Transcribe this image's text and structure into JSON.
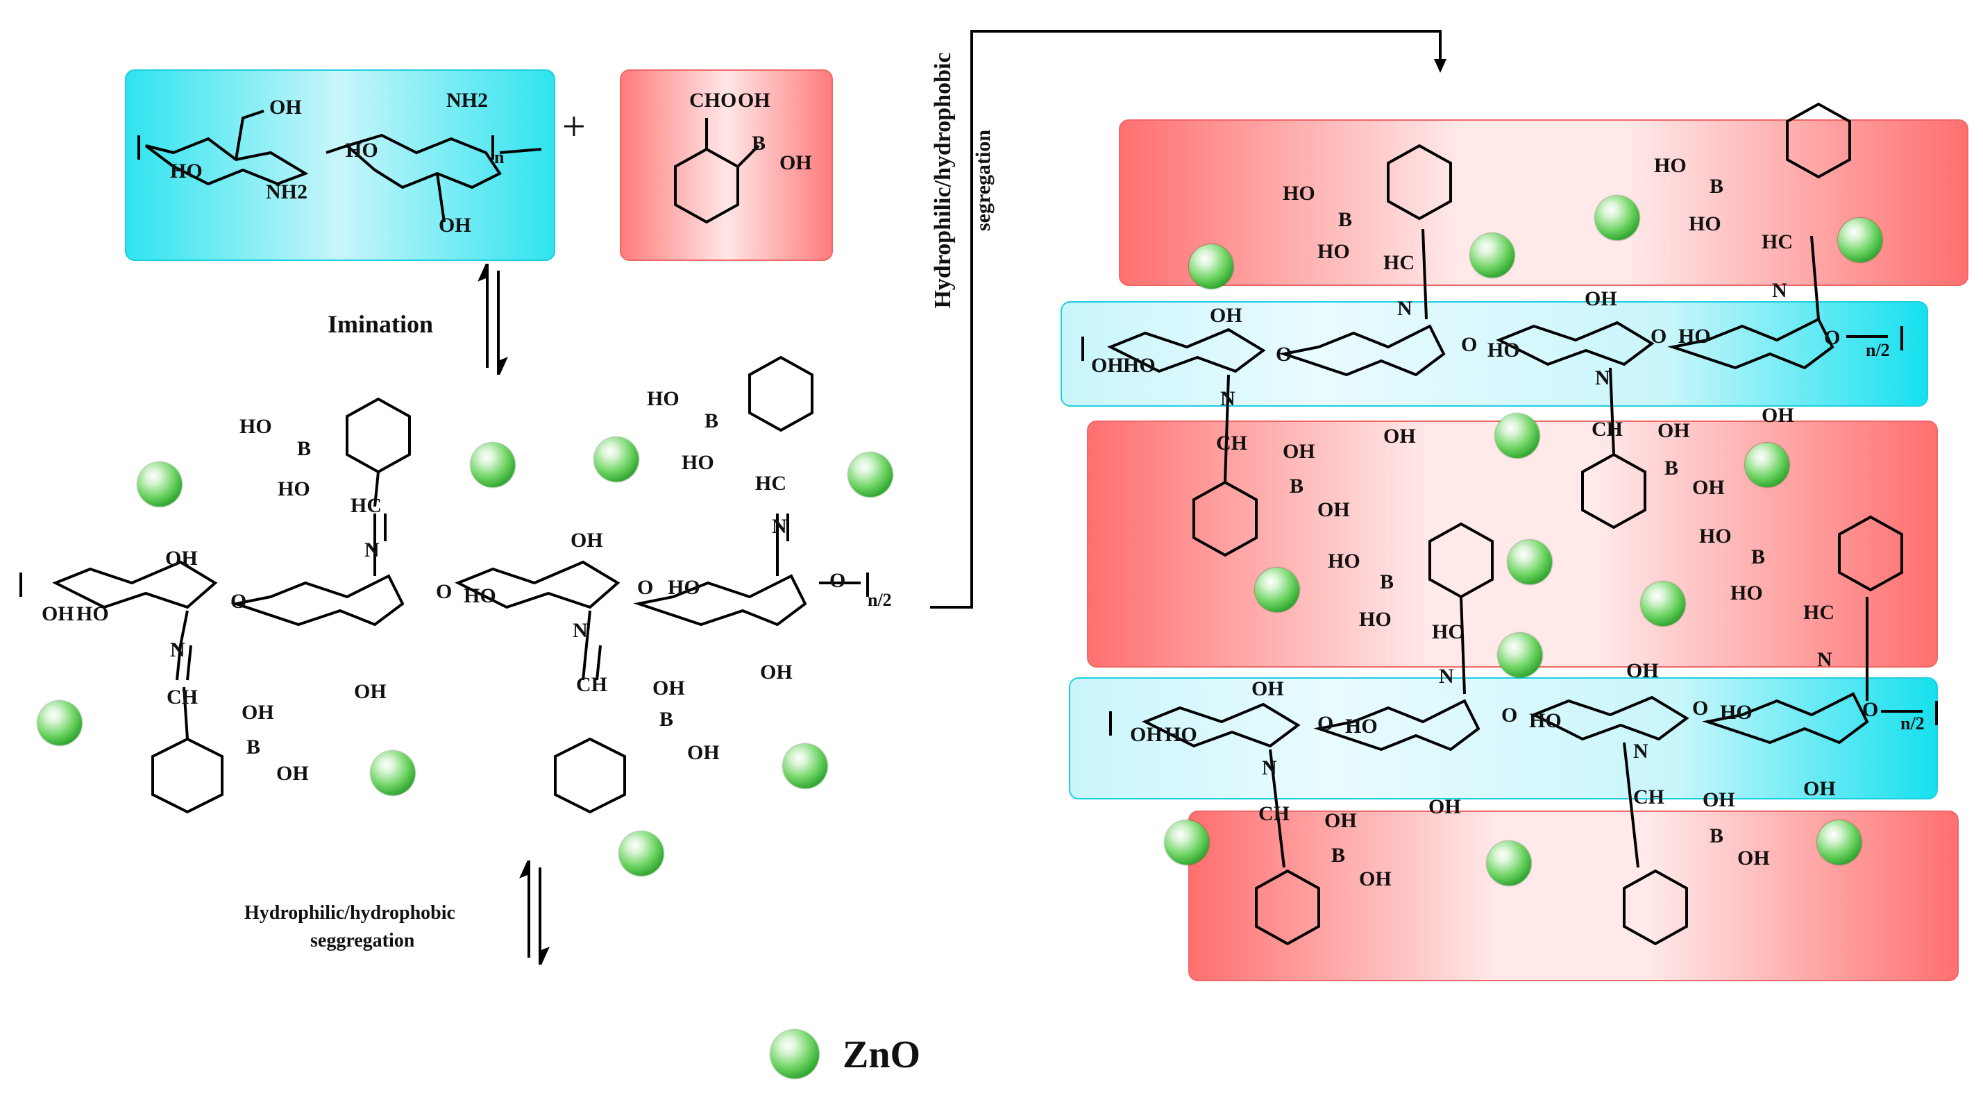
{
  "labels": {
    "imination": "Imination",
    "hydro_small_line1": "Hydrophilic/hydrophobic",
    "hydro_small_line2": "seggregation",
    "hydro_vertical_line1": "Hydrophilic/hydrophobic",
    "hydro_vertical_line2": "segregation",
    "plus": "+",
    "legend": "ZnO"
  },
  "chem": {
    "oh": "OH",
    "ho": "HO",
    "nh2": "NH2",
    "cho": "CHO",
    "b": "B",
    "n": "N",
    "ch": "CH",
    "hc": "HC",
    "o": "O",
    "subscript_n": "n",
    "subscript_n2": "n/2"
  },
  "colors": {
    "hydrophilic_box": "#2fe3ee",
    "hydrophobic_box": "#ff7c7c",
    "zno_particle": "#3dba3a"
  }
}
